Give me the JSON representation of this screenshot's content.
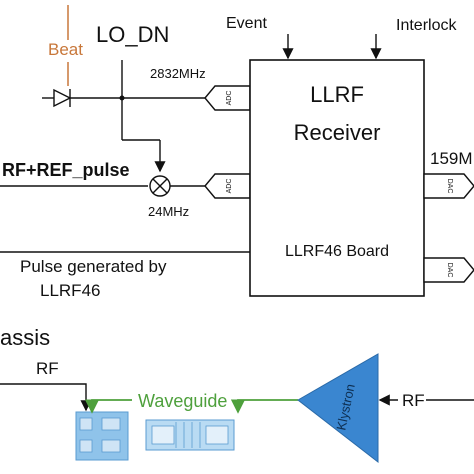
{
  "labels": {
    "beat": "Beat",
    "lo_dn": "LO_DN",
    "event": "Event",
    "interlock": "Interlock",
    "freq_2832": "2832MHz",
    "freq_24": "24MHz",
    "freq_159": "159M",
    "rf_ref_pulse": "RF+REF_pulse",
    "llrf": "LLRF",
    "receiver": "Receiver",
    "pulse_line1": "Pulse generated by",
    "pulse_line2": "LLRF46",
    "board": "LLRF46 Board",
    "chassis": "assis",
    "rf_left": "RF",
    "rf_right": "RF",
    "waveguide": "Waveguide",
    "klystron": "Klystron",
    "adc": "ADC",
    "dac": "DAC"
  },
  "colors": {
    "beat": "#c8773a",
    "waveguide": "#4ea03c",
    "klystron": "#3a86d0",
    "module": "#8fc3ea"
  }
}
